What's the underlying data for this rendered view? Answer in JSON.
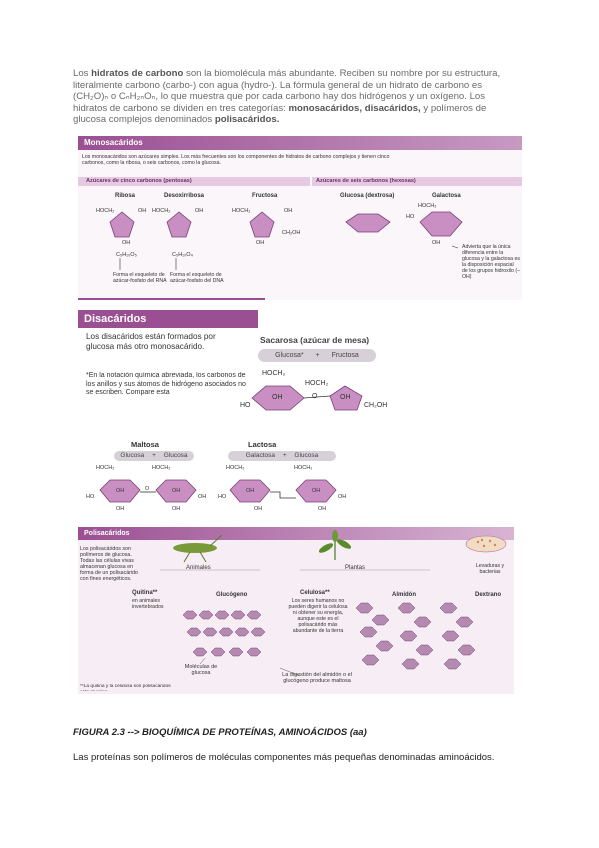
{
  "intro": {
    "p1_a": "Los ",
    "p1_b": "hidratos de carbono",
    "p1_c": " son la biomolécula más abundante. Reciben su nombre por su estructura, literalmente carbono (carbo-) con agua (hydro-). La fórmula general de un hidrato de carbono es (CH₂O)ₙ o CₙH₂ₙOₙ, lo que muestra que por cada carbono hay dos hidrógenos y un oxígeno. Los hidratos de carbono se dividen en tres categorías: ",
    "p1_d": "monosacáridos, disacáridos,",
    "p1_e": " y polímeros de glucosa complejos denominados ",
    "p1_f": "polisacáridos."
  },
  "mono": {
    "title": "Monosacáridos",
    "desc": "Los monosacáridos son azúcares simples. Los más frecuentes son los componentes de hidratos de carbono complejos y tienen cinco carbonos, como la ribosa, o seis carbonos, como la glucosa.",
    "col1": "Azúcares de cinco carbonos (pentosas)",
    "col2": "Azúcares de seis carbonos (hexosas)",
    "ribosa": "Ribosa",
    "desoxi": "Desoxirribosa",
    "fructosa": "Fructosa",
    "glucosa": "Glucosa (dextrosa)",
    "galactosa": "Galactosa",
    "ribosa_formula": "C₅H₁₀O₅",
    "desoxi_formula": "C₅H₁₀O₄",
    "ribosa_note": "Forma el esqueleto de azúcar-fosfato del RNA",
    "desoxi_note": "Forma el esqueleto de azúcar-fosfato del DNA",
    "galactosa_note": "Advierta que la única diferencia entre la glucosa y la galactosa es la disposición espacial de los grupos hidroxilo (–OH)",
    "hoch2": "HOCH₂",
    "oh": "OH",
    "ch2oh": "CH₂OH"
  },
  "di": {
    "title": "Disacáridos",
    "desc": "Los disacáridos están formados por glucosa más otro monosacárido.",
    "note": "*En la notación química abreviada, los carbonos de los anillos y sus átomos de hidrógeno asociados no se escriben. Compare esta",
    "sacarosa": "Sacarosa (azúcar de mesa)",
    "sac_a": "Glucosa*",
    "sac_b": "Fructosa",
    "maltosa": "Maltosa",
    "mal_a": "Glucosa",
    "mal_b": "Glucosa",
    "lactosa": "Lactosa",
    "lac_a": "Galactosa",
    "lac_b": "Glucosa",
    "plus": "+",
    "o": "O",
    "ho": "HO"
  },
  "poli": {
    "title": "Polisacáridos",
    "desc": "Los polisacáridos son polímeros de glucosa. Todas las células vivas almacenan glucosa en forma de un polisacárido con fines energéticos.",
    "animales": "Animales",
    "plantas": "Plantas",
    "levaduras": "Levaduras y bacterias",
    "quitina": "Quitina**",
    "quitina_sub": "en animales invertebrados",
    "glucogeno": "Glucógeno",
    "celulosa": "Celulosa**",
    "celulosa_note": "Los seres humanos no pueden digerir la celulosa ni obtener su energía, aunque este es el polisacárido más abundante de la tierra",
    "almidon": "Almidón",
    "dextrano": "Dextrano",
    "moleculas": "Moléculas de glucosa",
    "digestion": "La digestión del almidón o el glucógeno produce maltosa",
    "footnote": "**La quitina y la celulosa son polisacáridos estructurales"
  },
  "caption": "FIGURA 2.3 --> BIOQUÍMICA DE PROTEÍNAS, AMINOÁCIDOS (aa)",
  "body": "Las proteínas son polímeros de moléculas componentes más pequeñas denominadas aminoácidos.",
  "colors": {
    "purple": "#9b4f93",
    "light_purple": "#e6c9e2",
    "ring": "#c98fc2"
  }
}
